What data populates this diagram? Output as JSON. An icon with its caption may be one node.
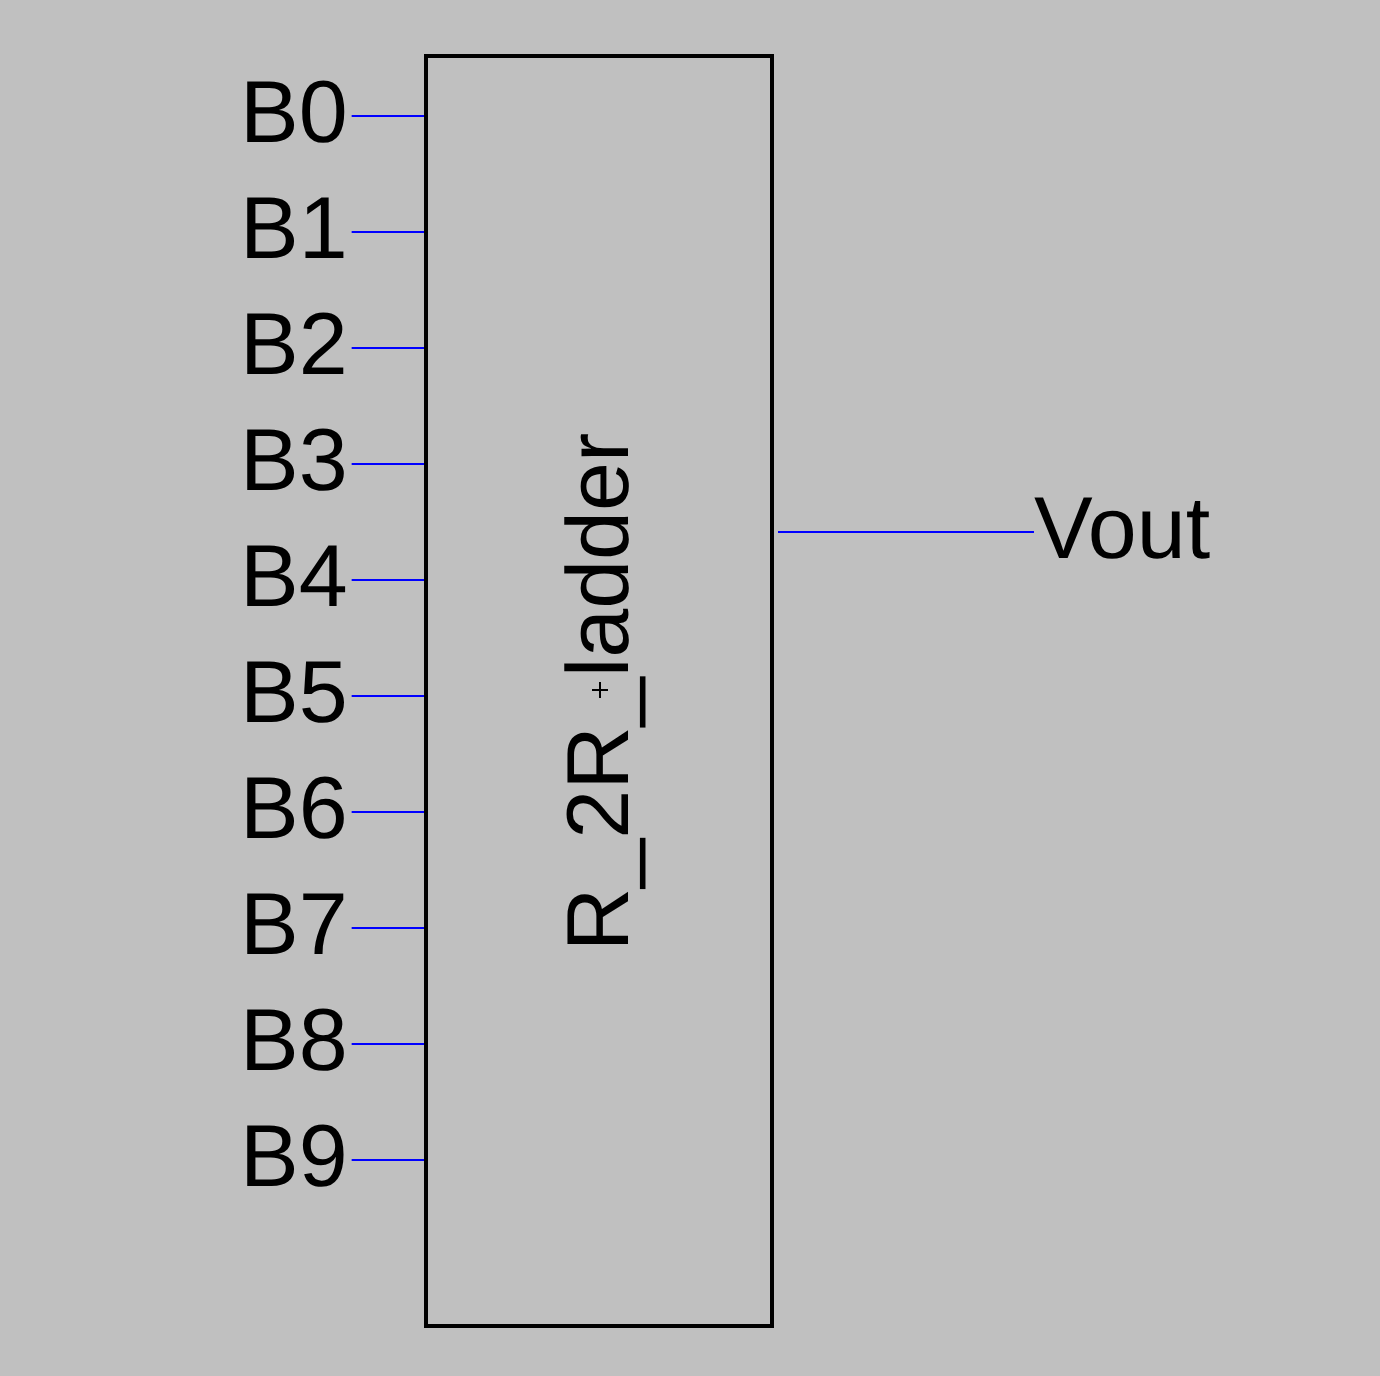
{
  "diagram": {
    "nodes": [
      {
        "text": [
          "R_2R_ladder"
        ]
      },
      {
        "text": [
          "B0"
        ]
      },
      {
        "text": [
          "B1"
        ]
      },
      {
        "text": [
          "B2"
        ]
      },
      {
        "text": [
          "B3"
        ]
      },
      {
        "text": [
          "B4"
        ]
      },
      {
        "text": [
          "B5"
        ]
      },
      {
        "text": [
          "B6"
        ]
      },
      {
        "text": [
          "B7"
        ]
      },
      {
        "text": [
          "B8"
        ]
      },
      {
        "text": [
          "B9"
        ]
      },
      {
        "text": [
          "Vout"
        ]
      }
    ],
    "edges": [
      {
        "from": 1,
        "to": 0,
        "arrow": "none"
      },
      {
        "from": 2,
        "to": 0,
        "arrow": "none"
      },
      {
        "from": 3,
        "to": 0,
        "arrow": "none"
      },
      {
        "from": 4,
        "to": 0,
        "arrow": "none"
      },
      {
        "from": 5,
        "to": 0,
        "arrow": "none"
      },
      {
        "from": 6,
        "to": 0,
        "arrow": "none"
      },
      {
        "from": 7,
        "to": 0,
        "arrow": "none"
      },
      {
        "from": 8,
        "to": 0,
        "arrow": "none"
      },
      {
        "from": 9,
        "to": 0,
        "arrow": "none"
      },
      {
        "from": 10,
        "to": 0,
        "arrow": "none"
      },
      {
        "from": 0,
        "to": 11,
        "arrow": "none"
      }
    ]
  }
}
